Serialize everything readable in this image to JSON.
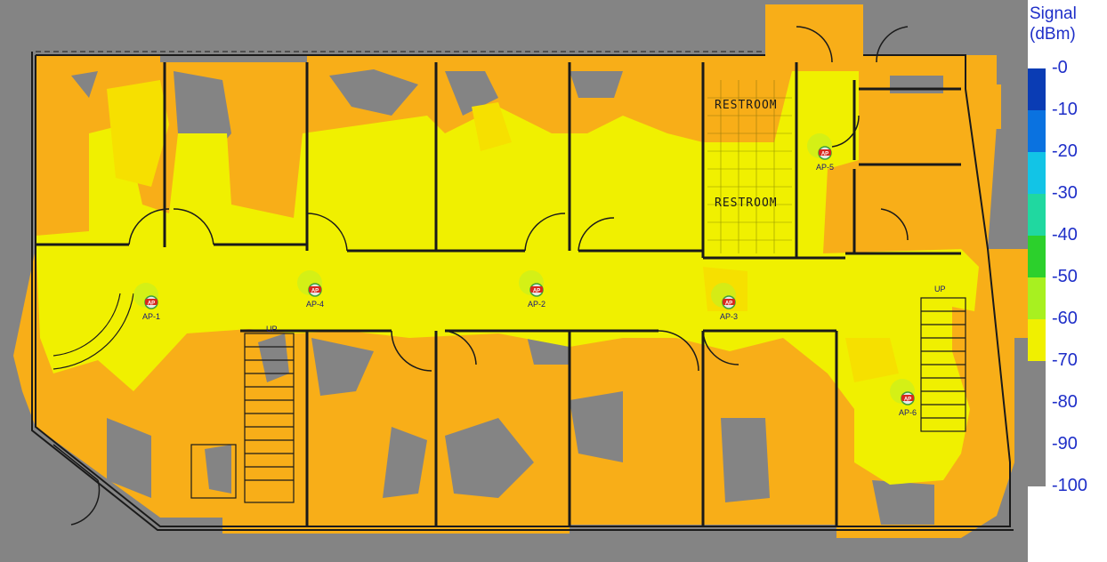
{
  "legend": {
    "title_line1": "Signal",
    "title_line2": "(dBm)",
    "ticks": [
      "-0",
      "-10",
      "-20",
      "-30",
      "-40",
      "-50",
      "-60",
      "-70",
      "-80",
      "-90",
      "-100"
    ],
    "colors": [
      "#0a3cb4",
      "#0a72e0",
      "#12c4e6",
      "#20d8a0",
      "#2cd02c",
      "#a8f020",
      "#f0f000",
      "#848484",
      "#848484",
      "#848484"
    ],
    "strong_color": "#f0f000",
    "fair_color": "#f6e000",
    "weak_color": "#f8ae18",
    "none_color": "#848484"
  },
  "floor_plan": {
    "room_labels": [
      "RESTROOM",
      "RESTROOM"
    ],
    "stair_labels": [
      "UP",
      "UP"
    ]
  },
  "access_points": [
    {
      "name": "AP-1",
      "badge": "AP"
    },
    {
      "name": "AP-4",
      "badge": "AP"
    },
    {
      "name": "AP-2",
      "badge": "AP"
    },
    {
      "name": "AP-3",
      "badge": "AP"
    },
    {
      "name": "AP-5",
      "badge": "AP"
    },
    {
      "name": "AP-6",
      "badge": "AP"
    }
  ]
}
